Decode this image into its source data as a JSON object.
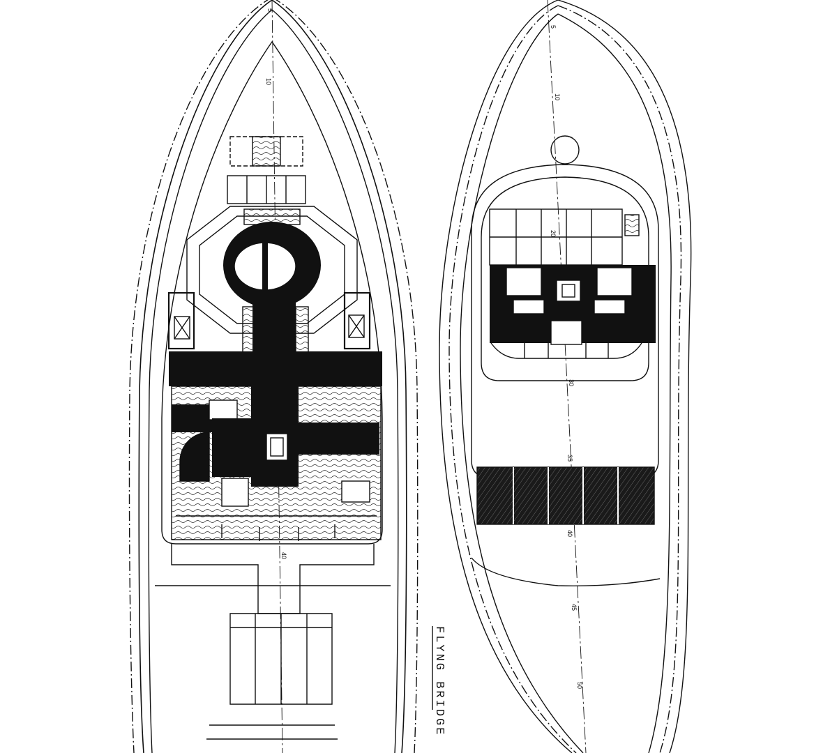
{
  "title": "FLYNG BRIDGE",
  "plan_left": {
    "station_labels": [
      "5",
      "10",
      "40"
    ]
  },
  "plan_right": {
    "station_labels": [
      "5",
      "10",
      "20",
      "30",
      "35",
      "40",
      "45",
      "50"
    ]
  },
  "colors": {
    "ink": "#111111",
    "paper": "#ffffff",
    "hatch": "#1a1a1a"
  }
}
